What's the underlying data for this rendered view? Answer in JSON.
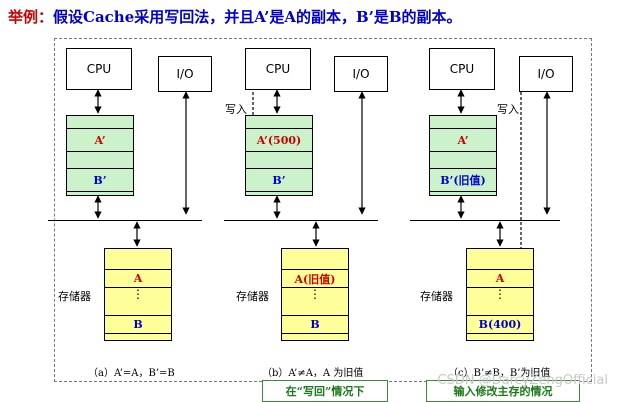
{
  "header": {
    "prefix": "举例：",
    "text": "假设Cache采用写回法，并且A’是A的副本，B’是B的副本。"
  },
  "labels": {
    "cpu": "CPU",
    "io": "I/O",
    "memory": "存储器",
    "write": "写入",
    "dots": "⋮"
  },
  "panels": [
    {
      "cache_a": "A’",
      "cache_b": "B’",
      "mem_a": "A",
      "mem_b": "B",
      "caption": "（a）A’=A，B’=B",
      "a_color": "#cc0000",
      "b_color": "#0000cc"
    },
    {
      "cache_a": "A’(500)",
      "cache_b": "B’",
      "mem_a": "A(旧值)",
      "mem_b": "B",
      "caption": "（b）A’≠A，A 为旧值",
      "a_color": "#cc0000",
      "b_color": "#0000cc"
    },
    {
      "cache_a": "A’",
      "cache_b": "B’(旧值)",
      "mem_a": "A",
      "mem_b": "B(400)",
      "caption": "（c）B’≠B，B’为旧值",
      "a_color": "#cc0000",
      "b_color": "#0000cc"
    }
  ],
  "buttons": {
    "writeback": "在“写回”情况下",
    "input": "输入修改主存的情况"
  },
  "watermark": "CSDN @DarcyZengOfficial"
}
